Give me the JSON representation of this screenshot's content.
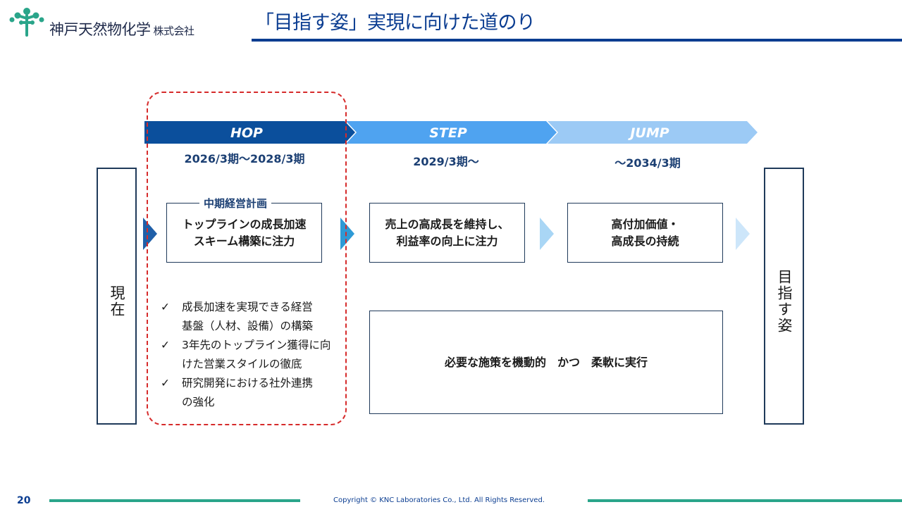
{
  "header": {
    "company_name": "神戸天然物化学",
    "company_suffix": "株式会社",
    "title": "「目指す姿」実現に向けた道のり"
  },
  "phases": [
    {
      "label": "HOP",
      "date": "2026/3期～2028/3期",
      "color": "#0b4f9c"
    },
    {
      "label": "STEP",
      "date": "2029/3期～",
      "color": "#4fa3f0"
    },
    {
      "label": "JUMP",
      "date": "～2034/3期",
      "color": "#9ccaf5"
    }
  ],
  "left_column": {
    "text": "現在"
  },
  "right_column": {
    "text": "目指す姿"
  },
  "mid_term_plan_label": "中期経営計画",
  "boxes": {
    "hop": {
      "line1": "トップラインの成長加速",
      "line2": "スキーム構築に注力"
    },
    "step": {
      "line1": "売上の高成長を維持し、",
      "line2": "利益率の向上に注力"
    },
    "jump": {
      "line1": "高付加価値・",
      "line2": "高成長の持続"
    },
    "bottom": "必要な施策を機動的　かつ　柔軟に実行"
  },
  "bullets": [
    {
      "mark": "✓",
      "line1": "成長加速を実現できる経営",
      "line2": "基盤（人材、設備）の構築"
    },
    {
      "mark": "✓",
      "line1": "3年先のトップライン獲得に向",
      "line2": "けた営業スタイルの徹底"
    },
    {
      "mark": "✓",
      "line1": "研究開発における社外連携",
      "line2": "の強化"
    }
  ],
  "connector_colors": [
    "#1f5fa8",
    "#2e9ad6",
    "#a9d6f5",
    "#cde6fa"
  ],
  "footer": {
    "page_number": "20",
    "copyright": "Copyright © KNC Laboratories Co., Ltd. All Rights Reserved."
  },
  "colors": {
    "brand_green": "#2aa58a",
    "brand_navy": "#0b3d91",
    "highlight_red": "#d62b2b"
  },
  "icons": {
    "logo": "tree-logo-icon",
    "connector": "chevron-right-icon",
    "bullet": "check-icon"
  }
}
